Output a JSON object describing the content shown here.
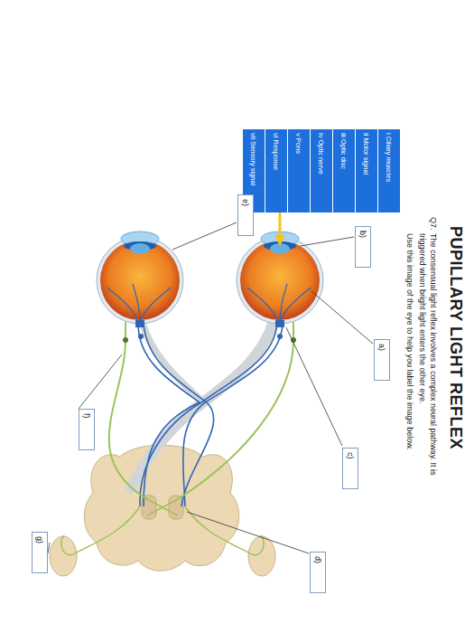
{
  "diagram": {
    "title": "PUPILLARY LIGHT REFLEX",
    "nodes": [
      {
        "text": [
          "i Ciliary muscles"
        ]
      },
      {
        "text": [
          "ii Motor signal"
        ]
      },
      {
        "text": [
          "iii Optic disc"
        ]
      },
      {
        "text": [
          "iv Optic nerve"
        ]
      },
      {
        "text": [
          "v Pons"
        ]
      },
      {
        "text": [
          "vi Response"
        ]
      },
      {
        "text": [
          "vii Sensory signal"
        ]
      },
      {
        "text": [
          "a)"
        ]
      },
      {
        "text": [
          "b)"
        ]
      },
      {
        "text": [
          "c)"
        ]
      },
      {
        "text": [
          "d)"
        ]
      },
      {
        "text": [
          "e)"
        ]
      },
      {
        "text": [
          "f)"
        ]
      },
      {
        "text": [
          "g)"
        ]
      }
    ],
    "labels": [
      "Q7.",
      "The consensual light reflex involves a complex neural pathway. It is triggered when bright light enters the other eye.",
      "Use this image of the eye to help you label the image below."
    ]
  }
}
